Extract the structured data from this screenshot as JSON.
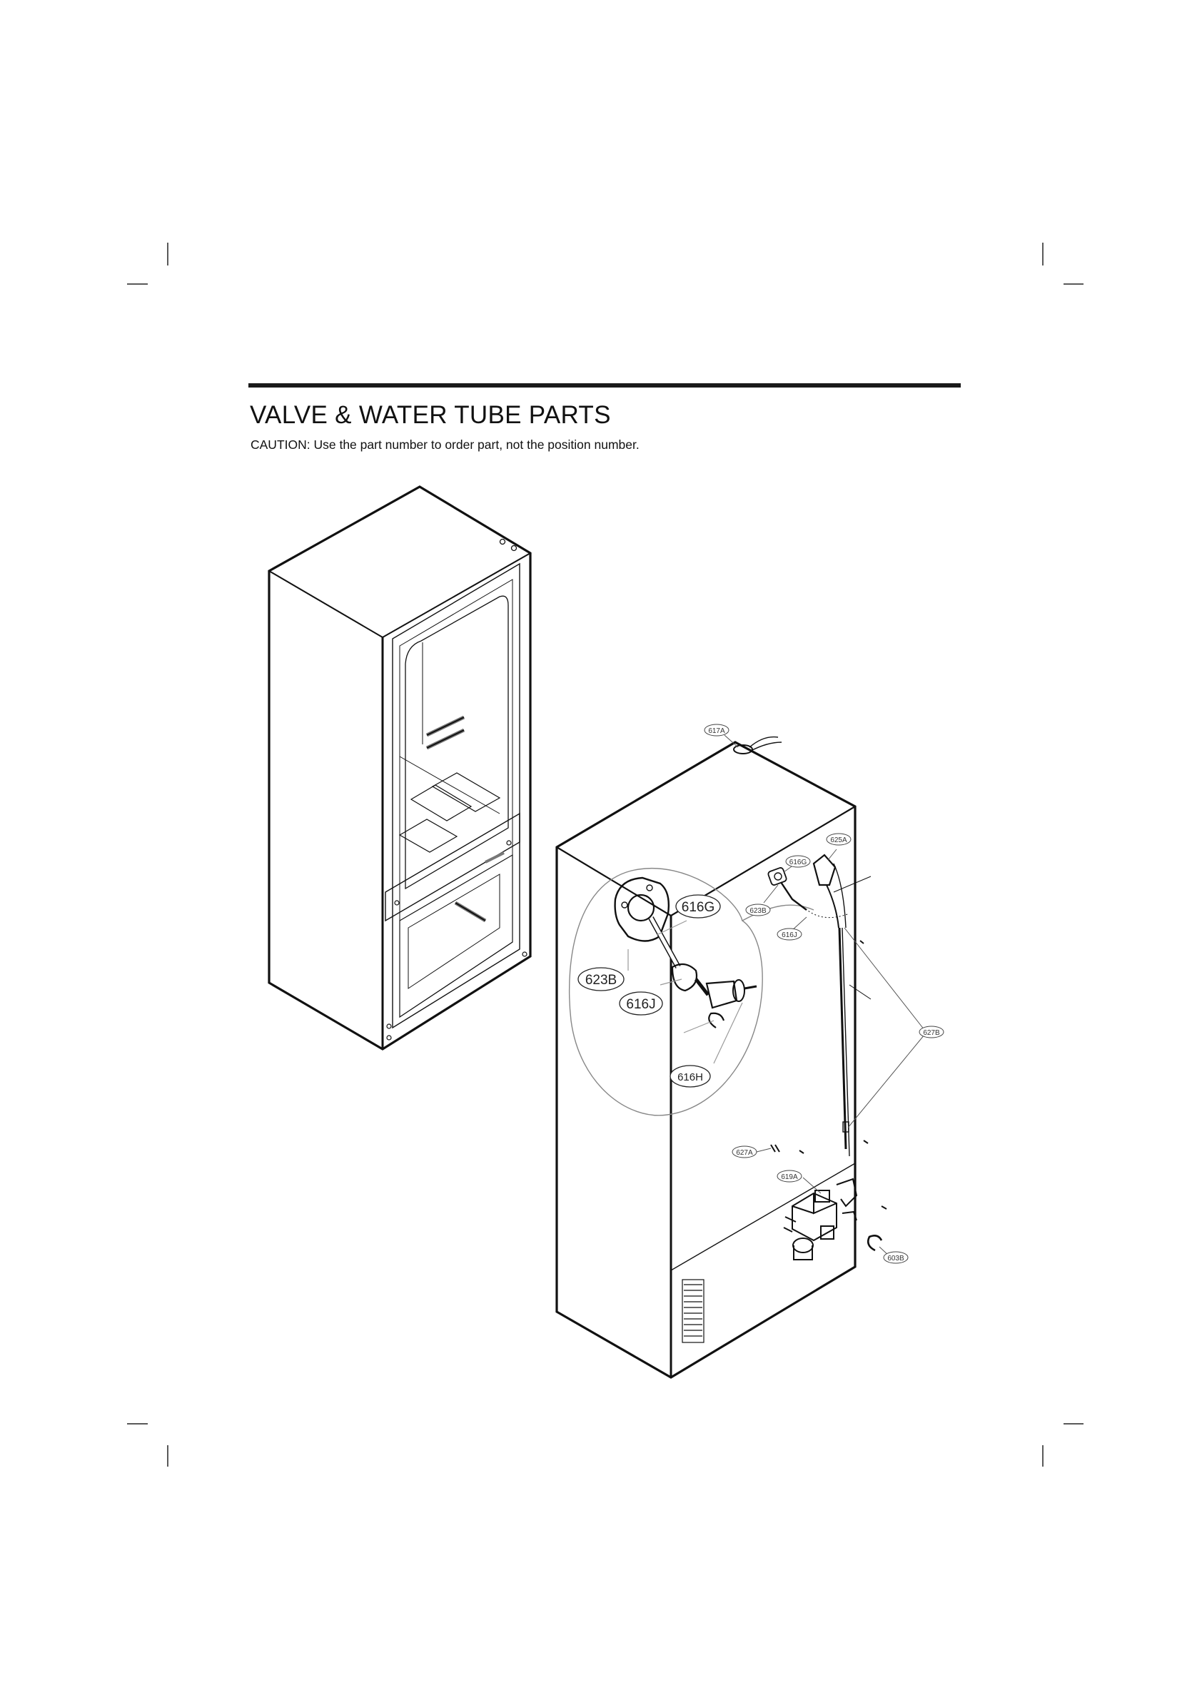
{
  "page": {
    "title": "VALVE & WATER TUBE PARTS",
    "caution": "CAUTION: Use the part number to order part, not the position number."
  },
  "callouts": {
    "c_617A": "617A",
    "c_625A": "625A",
    "c_616G_small": "616G",
    "c_623B_small": "623B",
    "c_616J_small": "616J",
    "c_627B": "627B",
    "c_627A": "627A",
    "c_619A": "619A",
    "c_603B": "603B",
    "c_616G_large": "616G",
    "c_623B_large": "623B",
    "c_616J_large": "616J",
    "c_616H_large": "616H"
  }
}
